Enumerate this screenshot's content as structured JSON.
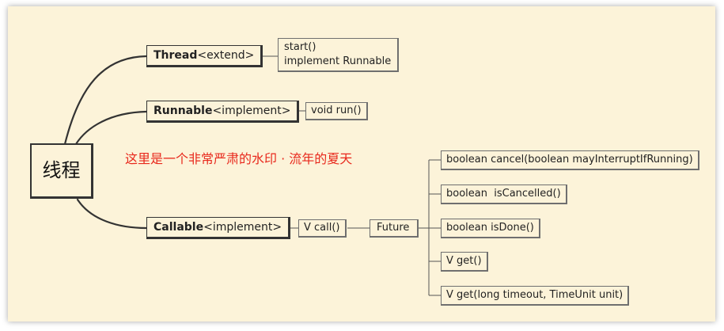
{
  "root": {
    "label": "线程"
  },
  "watermark": "这里是一个非常严肃的水印 · 流年的夏天",
  "thread": {
    "name": "Thread",
    "suffix": "<extend>",
    "details": [
      "start()",
      "implement Runnable"
    ]
  },
  "runnable": {
    "name": "Runnable",
    "suffix": "<implement>",
    "method": "void run()"
  },
  "callable": {
    "name": "Callable",
    "suffix": "<implement>",
    "method": "V call()",
    "result": "Future",
    "future_methods": [
      "boolean cancel(boolean mayInterruptIfRunning)",
      "boolean  isCancelled()",
      "boolean isDone()",
      "V get()",
      "V get(long timeout, TimeUnit unit)"
    ]
  },
  "colors": {
    "background": "#fcf3d9",
    "line": "#333333",
    "watermark": "#e8281c"
  }
}
